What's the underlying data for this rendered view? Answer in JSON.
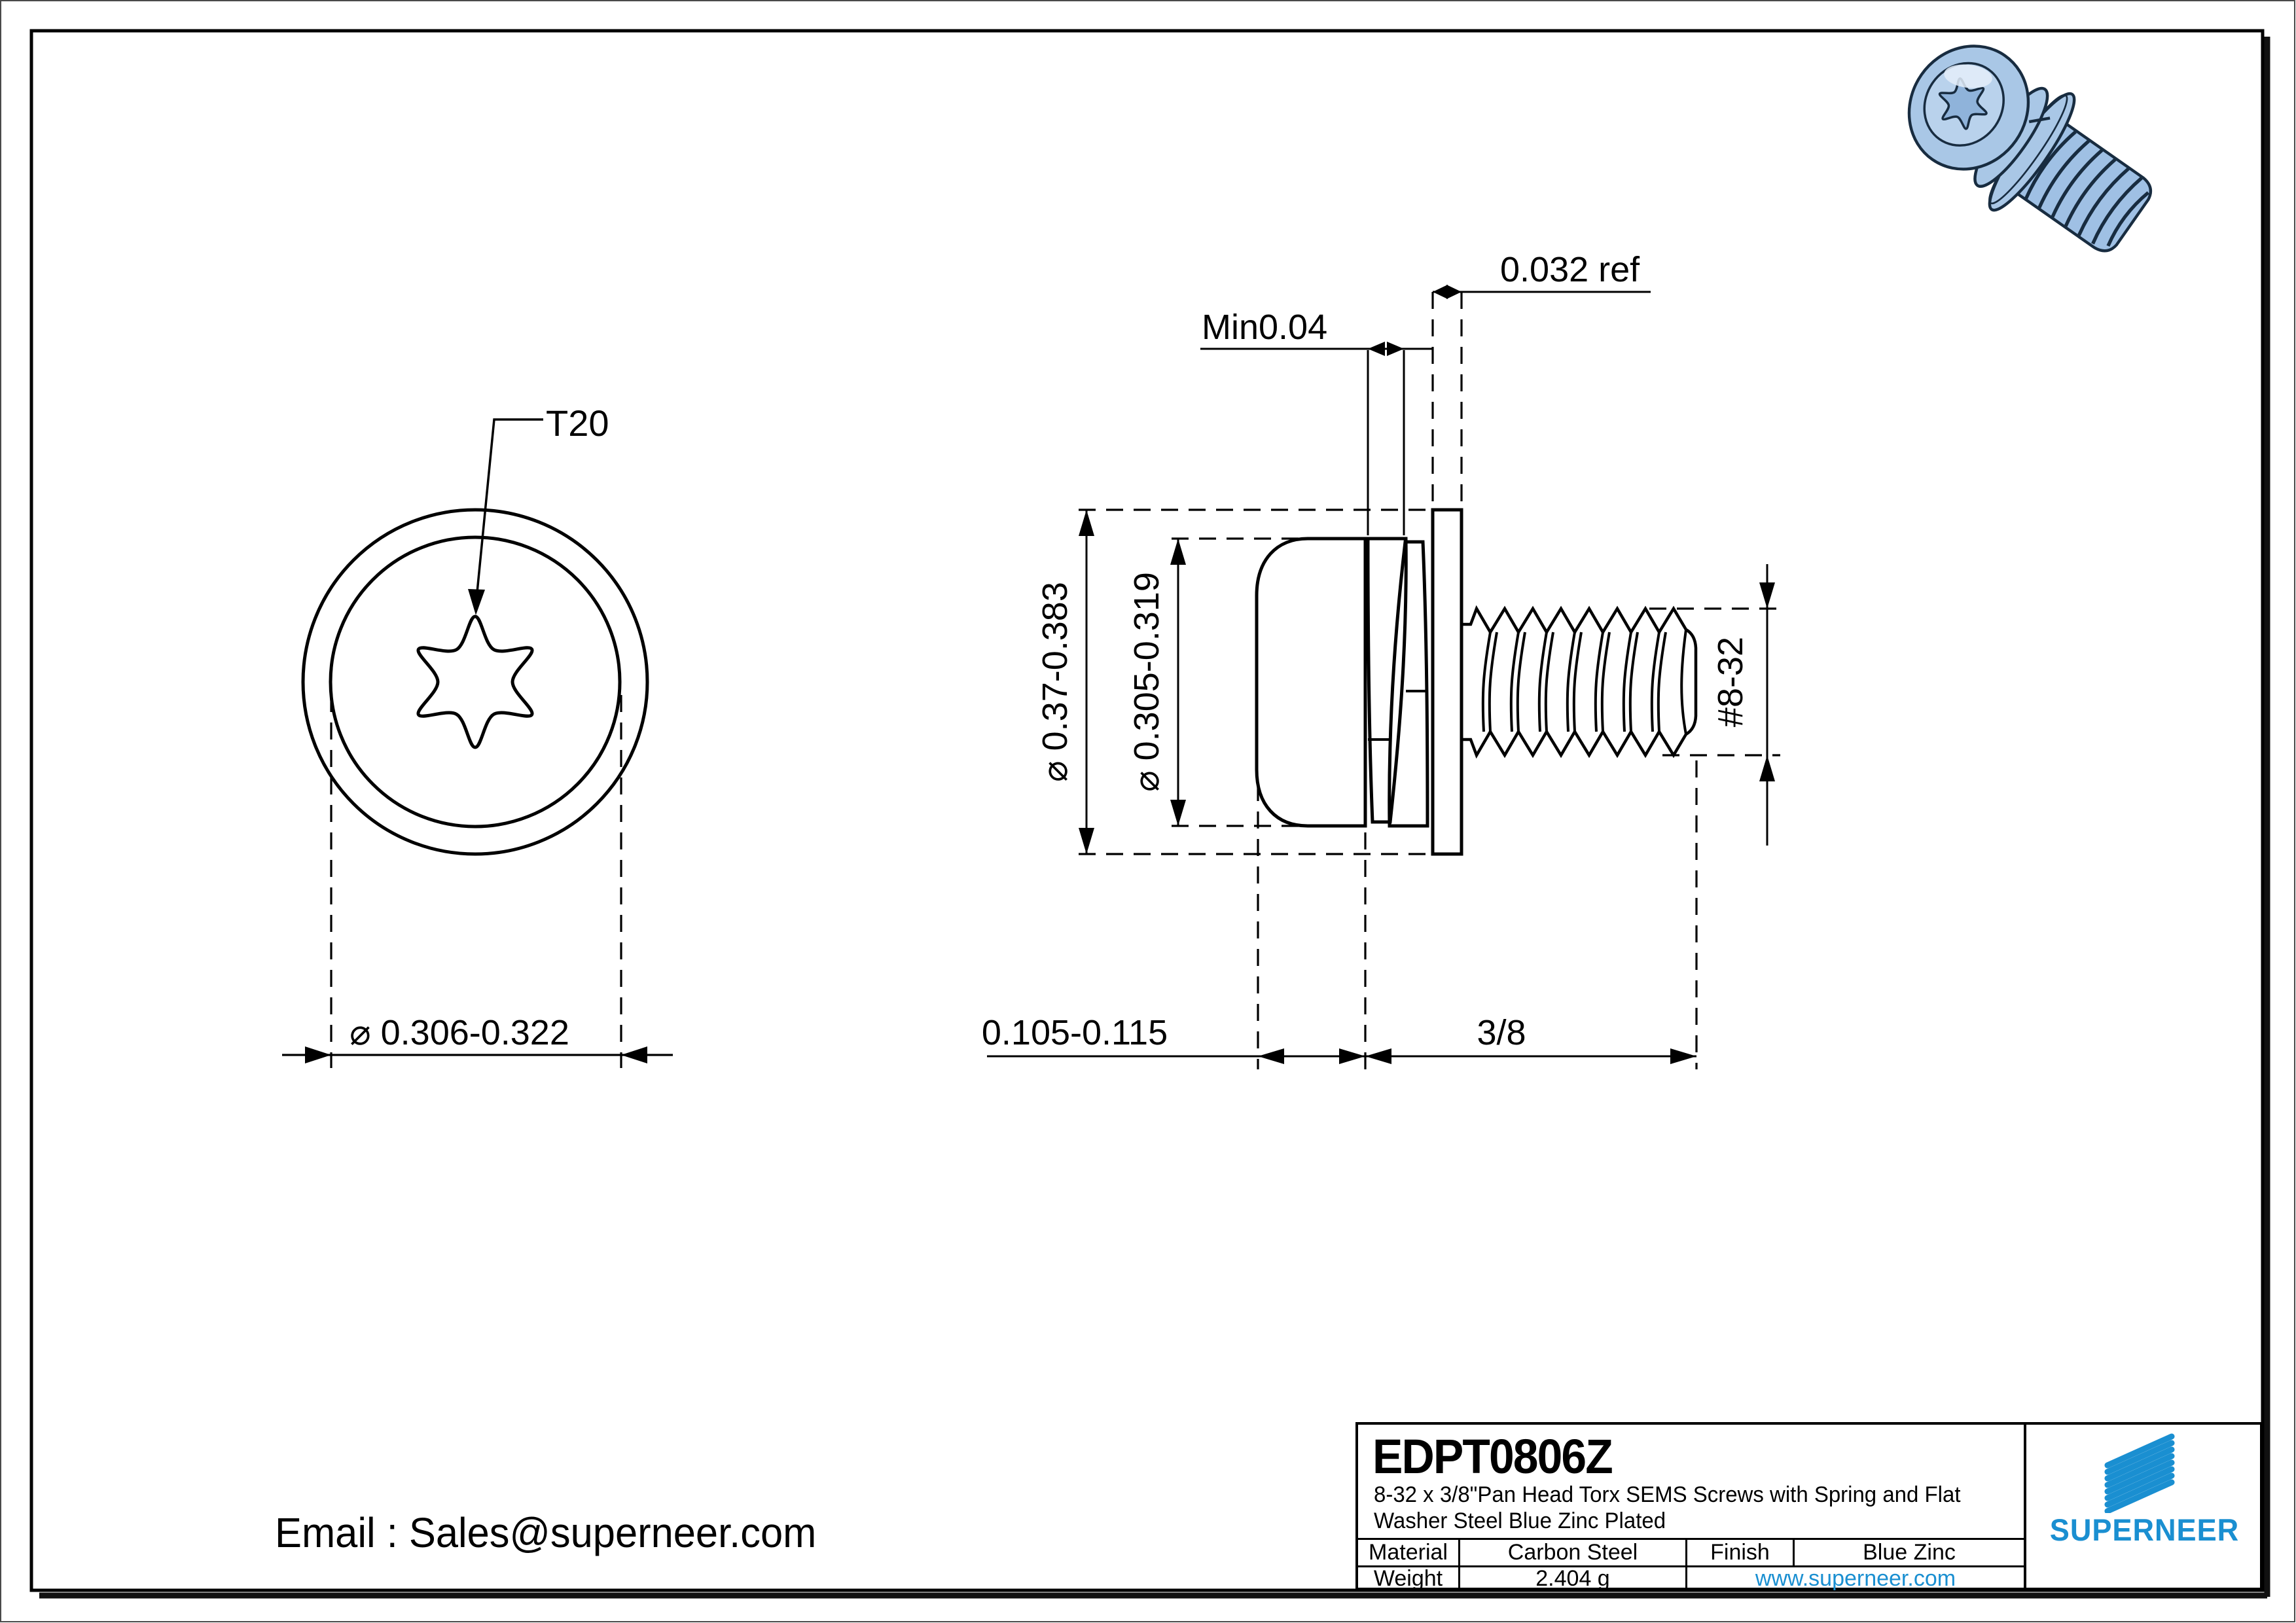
{
  "page": {
    "background": "#ffffff",
    "line_color": "#000000",
    "accent_blue": "#1a8fd1",
    "screw_render_blue": "#a9c7e6"
  },
  "email": {
    "label": "Email : Sales@superneer.com"
  },
  "front_view": {
    "torx_label": "T20",
    "head_diameter_dim": "⌀ 0.306-0.322"
  },
  "side_view": {
    "flat_washer_thickness_dim": "0.032 ref",
    "spring_washer_thickness_dim": "Min0.04",
    "flat_washer_od_dim": "⌀ 0.37-0.383",
    "head_od_dim": "⌀ 0.305-0.319",
    "thread_spec_dim": "#8-32",
    "head_height_dim": "0.105-0.115",
    "thread_length_dim": "3/8"
  },
  "title_block": {
    "part_number": "EDPT0806Z",
    "description_line1": "8-32 x 3/8\"Pan Head Torx SEMS Screws with Spring and Flat",
    "description_line2": "Washer Steel Blue Zinc Plated",
    "material_label": "Material",
    "material_value": "Carbon Steel",
    "finish_label": "Finish",
    "finish_value": "Blue Zinc",
    "weight_label": "Weight",
    "weight_value": "2.404 g",
    "website": "www.superneer.com",
    "brand": "SUPERNEER"
  }
}
